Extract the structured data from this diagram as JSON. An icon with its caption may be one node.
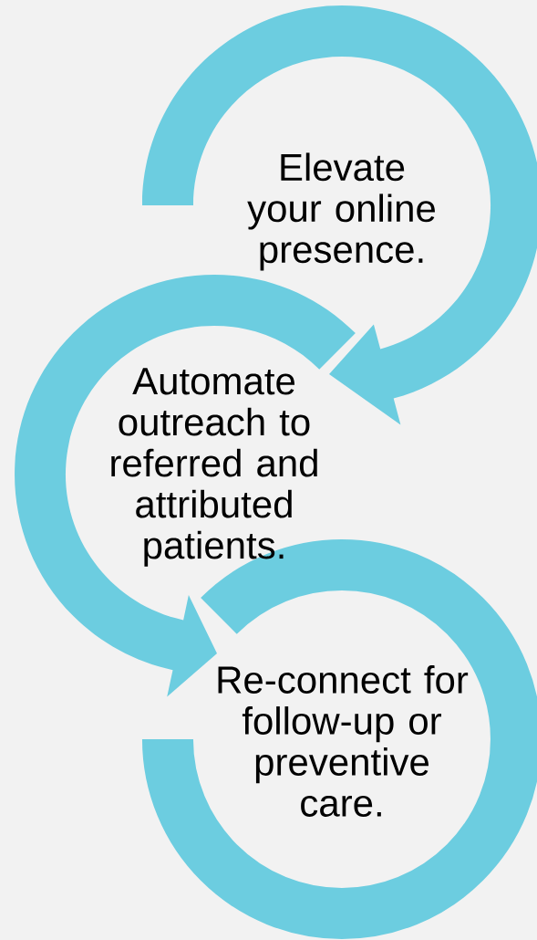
{
  "diagram": {
    "nodes": [
      {
        "text": [
          "Elevate your online presence."
        ]
      },
      {
        "text": [
          "Automate outreach to referred and attributed patients."
        ]
      },
      {
        "text": [
          "Re-connect for follow-up or preventive care."
        ]
      }
    ],
    "edges": [
      {
        "from": 0,
        "to": 1,
        "arrow": "to"
      },
      {
        "from": 1,
        "to": 2,
        "arrow": "to"
      }
    ]
  }
}
